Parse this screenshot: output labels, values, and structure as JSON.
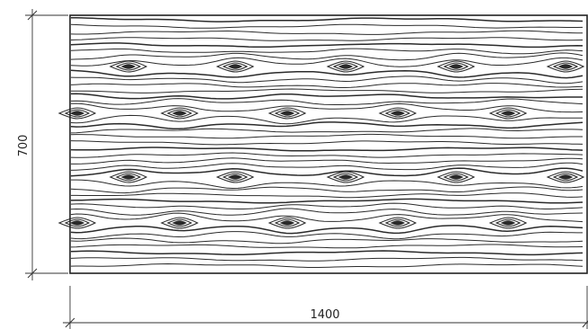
{
  "drawing": {
    "type": "wood-grain-panel-elevation",
    "ink_color": "#2b2b2b",
    "background": "#ffffff"
  },
  "dimensions": {
    "width_label": "1400",
    "height_label": "700"
  }
}
